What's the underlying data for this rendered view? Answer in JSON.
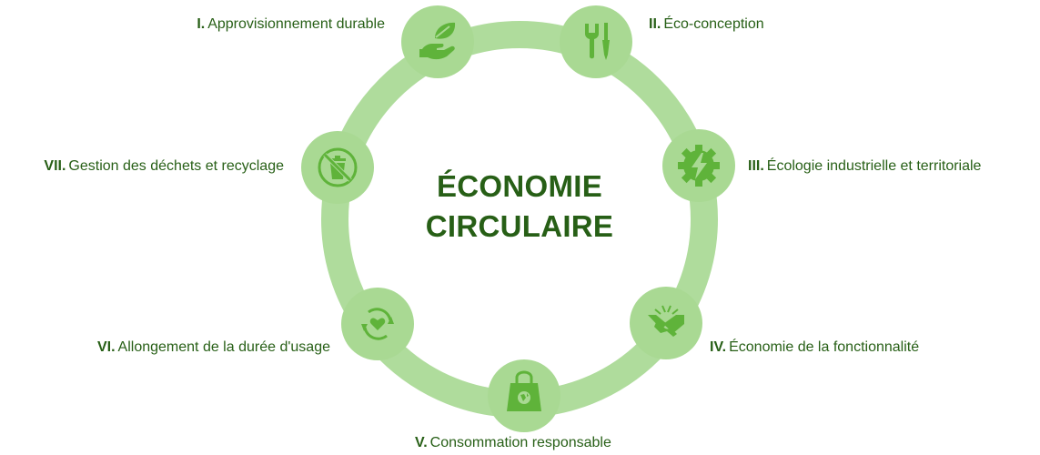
{
  "center": {
    "line1": "ÉCONOMIE",
    "line2": "CIRCULAIRE"
  },
  "colors": {
    "ring": "#afdc9c",
    "node": "#a9d993",
    "icon": "#5fb33a",
    "text": "#275f16"
  },
  "pillars": [
    {
      "num": "I.",
      "label": "Approvisionnement durable",
      "icon": "leaf-hand-icon"
    },
    {
      "num": "II.",
      "label": "Éco-conception",
      "icon": "tools-icon"
    },
    {
      "num": "III.",
      "label": "Écologie industrielle et territoriale",
      "icon": "gear-lightning-icon"
    },
    {
      "num": "IV.",
      "label": "Économie de la fonctionnalité",
      "icon": "handshake-icon"
    },
    {
      "num": "V.",
      "label": "Consommation responsable",
      "icon": "shopping-bag-icon"
    },
    {
      "num": "VI.",
      "label": "Allongement de la durée d'usage",
      "icon": "heart-cycle-icon"
    },
    {
      "num": "VII.",
      "label": "Gestion des déchets et recyclage",
      "icon": "no-trash-icon"
    }
  ]
}
